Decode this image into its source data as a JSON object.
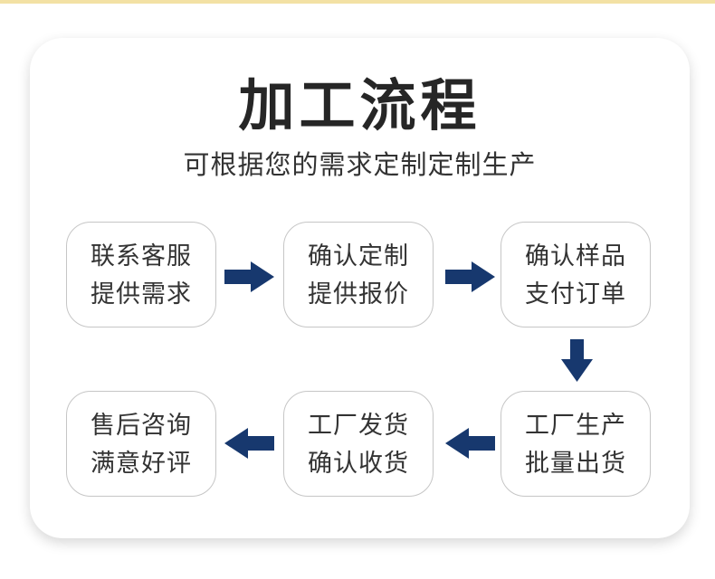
{
  "colors": {
    "accent_bar": "#f3e1a4",
    "arrow": "#17386e",
    "box_border": "#c6c6c6",
    "title_text": "#262626",
    "body_text": "#333333"
  },
  "header": {
    "title": "加工流程",
    "subtitle": "可根据您的需求定制定制生产"
  },
  "flow": {
    "steps": [
      {
        "line1": "联系客服",
        "line2": "提供需求"
      },
      {
        "line1": "确认定制",
        "line2": "提供报价"
      },
      {
        "line1": "确认样品",
        "line2": "支付订单"
      },
      {
        "line1": "工厂生产",
        "line2": "批量出货"
      },
      {
        "line1": "工厂发货",
        "line2": "确认收货"
      },
      {
        "line1": "售后咨询",
        "line2": "满意好评"
      }
    ]
  }
}
